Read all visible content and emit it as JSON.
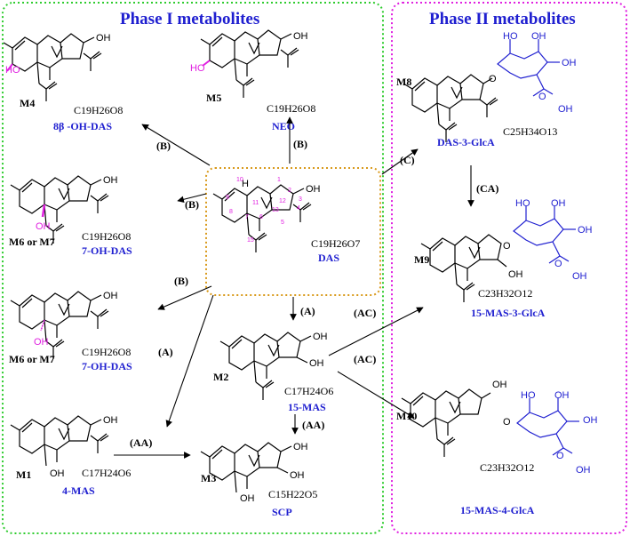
{
  "titles": {
    "phase1": "Phase I metabolites",
    "phase2": "Phase II metabolites"
  },
  "center": {
    "code": "DAS",
    "formula": "C19H26O7",
    "h": "H"
  },
  "compounds": {
    "m4": {
      "code": "M4",
      "formula": "C19H26O8",
      "name": "8β -OH-DAS"
    },
    "m5": {
      "code": "M5",
      "formula": "C19H26O8",
      "name": "NEO"
    },
    "m67a": {
      "code": "M6 or M7",
      "formula": "C19H26O8",
      "name": "7-OH-DAS"
    },
    "m67b": {
      "code": "M6 or M7",
      "formula": "C19H26O8",
      "name": "7-OH-DAS"
    },
    "m1": {
      "code": "M1",
      "formula": "C17H24O6",
      "name": "4-MAS"
    },
    "m2": {
      "code": "M2",
      "formula": "C17H24O6",
      "name": "15-MAS"
    },
    "m3": {
      "code": "M3",
      "formula": "C15H22O5",
      "name": "SCP"
    },
    "m8": {
      "code": "M8",
      "formula": "C25H34O13",
      "name": "DAS-3-GlcA"
    },
    "m9": {
      "code": "M9",
      "formula": "C23H32O12",
      "name": "15-MAS-3-GlcA"
    },
    "m10": {
      "code": "M10",
      "formula": "C23H32O12",
      "name": "15-MAS-4-GlcA"
    }
  },
  "reactions": {
    "b1": "(B)",
    "b2": "(B)",
    "b3": "(B)",
    "b4": "(B)",
    "a1": "(A)",
    "a2": "(A)",
    "aa1": "(AA)",
    "aa2": "(AA)",
    "c": "(C)",
    "ca": "(CA)",
    "ac1": "(AC)",
    "ac2": "(AC)"
  },
  "atoms": {
    "oh": "OH",
    "ho": "HO",
    "o": "O"
  },
  "colors": {
    "phase1_border": "#2fcc2f",
    "phase2_border": "#e020e0",
    "center_border": "#d99a1c",
    "blue": "#1f1fd0",
    "magenta": "#e020e0"
  }
}
